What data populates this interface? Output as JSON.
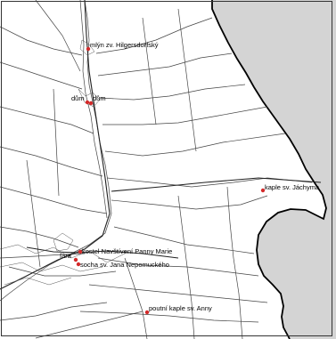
{
  "map": {
    "outside_color": "#d4d4d4",
    "area_color": "#ffffff",
    "boundary_color": "#000000",
    "line_color": "#444444",
    "marker_color": "#d42a2a",
    "places": [
      {
        "name": "mlýn zv. Hilgersdorfský"
      },
      {
        "name": "dům"
      },
      {
        "name": "dům"
      },
      {
        "name": "kaple sv. Jáchyma"
      },
      {
        "name": "kostel Navštívení Panny Marie"
      },
      {
        "name": "fara"
      },
      {
        "name": "socha sv. Jana Nepomuckého"
      },
      {
        "name": "poutní kaple sv. Anny"
      }
    ]
  }
}
